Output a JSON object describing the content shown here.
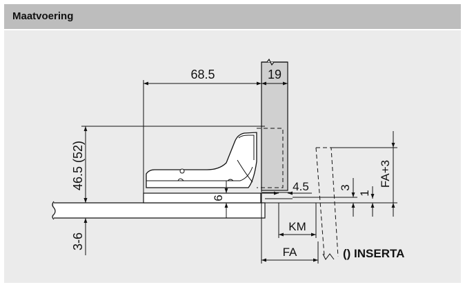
{
  "header": {
    "title": "Maatvoering"
  },
  "dimensions": {
    "cup_distance": "68.5",
    "door_thickness": "19",
    "height": "46.5 (52)",
    "offset_6": "6",
    "gap_4_5": "4.5",
    "value_3": "3",
    "value_1": "1",
    "fa_plus_3": "FA+3",
    "km": "KM",
    "fa": "FA",
    "plate_3_6": "3-6"
  },
  "note": "() INSERTA",
  "colors": {
    "header": "#bdbdbd",
    "panel": "#ebebeb",
    "door": "#d0d0d0",
    "line": "#111111"
  }
}
